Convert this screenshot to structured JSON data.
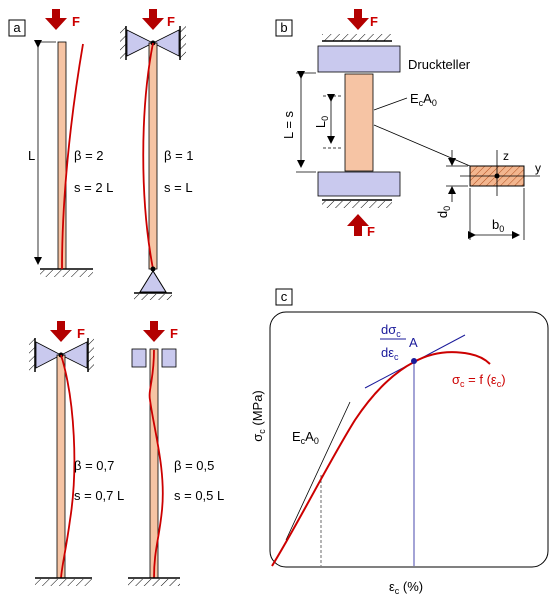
{
  "panels": {
    "a": {
      "label": "a",
      "force": "F",
      "length": "L",
      "cases": [
        {
          "beta": "β = 2",
          "s": "s = 2 L"
        },
        {
          "beta": "β = 1",
          "s": "s = L"
        },
        {
          "beta": "β = 0,7",
          "s": "s = 0,7 L"
        },
        {
          "beta": "β = 0,5",
          "s": "s = 0,5 L"
        }
      ]
    },
    "b": {
      "label": "b",
      "force": "F",
      "plate_label": "Druckteller",
      "ls": "L = s",
      "l0": "L",
      "l0_sub": "0",
      "ea_e": "E",
      "ea_c": "c",
      "ea_a": "A",
      "ea_0": "0",
      "axis_z": "z",
      "axis_y": "y",
      "d0": "d",
      "d0_sub": "0",
      "b0": "b",
      "b0_sub": "0"
    },
    "c": {
      "label": "c",
      "ylabel_sigma": "σ",
      "ylabel_sub": "c",
      "ylabel_unit": " (MPa)",
      "xlabel_eps": "ε",
      "xlabel_sub": "c",
      "xlabel_unit": " (%)",
      "ds": "dσ",
      "ds_sub": "c",
      "de": "dε",
      "de_sub": "c",
      "point": "A",
      "ea_e": "E",
      "ea_c": "c",
      "ea_a": "A",
      "ea_0": "0",
      "func_sigma": "σ",
      "func_sub": "c",
      "func_eq": " = f (ε",
      "func_sub2": "c",
      "func_close": ")"
    }
  },
  "colors": {
    "column": "#f6c4a4",
    "deflection": "#cc0000",
    "arrow": "#b30000",
    "plate": "#c9c9ee",
    "blue": "#1a1a9a"
  }
}
